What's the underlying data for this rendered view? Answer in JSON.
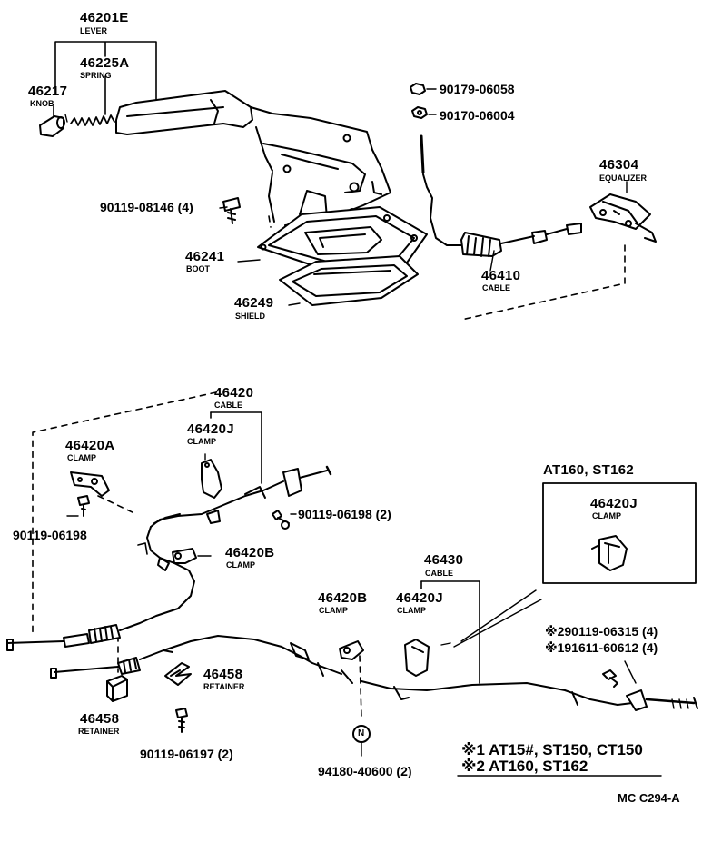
{
  "labels": {
    "lever_pn": "46201E",
    "lever_name": "LEVER",
    "spring_pn": "46225A",
    "spring_name": "SPRING",
    "knob_pn": "46217",
    "knob_name": "KNOB",
    "nut1_pn": "90179-06058",
    "nut2_pn": "90170-06004",
    "equalizer_pn": "46304",
    "equalizer_name": "EQUALIZER",
    "bolt1_pn": "90119-08146 (4)",
    "boot_pn": "46241",
    "boot_name": "BOOT",
    "front_cable_pn": "46410",
    "front_cable_name": "CABLE",
    "shield_pn": "46249",
    "shield_name": "SHIELD",
    "cable_left_pn": "46420",
    "cable_left_name": "CABLE",
    "clamp_a_pn": "46420A",
    "clamp_a_name": "CLAMP",
    "clamp_j_pn": "46420J",
    "clamp_j_name": "CLAMP",
    "bolt2_pn": "90119-06198",
    "bolt3_pn": "90119-06198 (2)",
    "clamp_b_pn": "46420B",
    "clamp_b_name": "CLAMP",
    "inset_title": "AT160, ST162",
    "inset_clamp_pn": "46420J",
    "inset_clamp_name": "CLAMP",
    "cable_right_pn": "46430",
    "cable_right_name": "CABLE",
    "clamp_b2_pn": "46420B",
    "clamp_b2_name": "CLAMP",
    "clamp_j2_pn": "46420J",
    "clamp_j2_name": "CLAMP",
    "ref1_pn": "※290119-06315 (4)",
    "ref2_pn": "※191611-60612 (4)",
    "retainer1_pn": "46458",
    "retainer1_name": "RETAINER",
    "retainer2_pn": "46458",
    "retainer2_name": "RETAINER",
    "bolt4_pn": "90119-06197 (2)",
    "nut3_pn": "94180-40600 (2)",
    "nut3_symbol": "N",
    "note1": "※1 AT15#, ST150, CT150",
    "note2": "※2 AT160, ST162",
    "diagram_code": "MC C294-A"
  }
}
